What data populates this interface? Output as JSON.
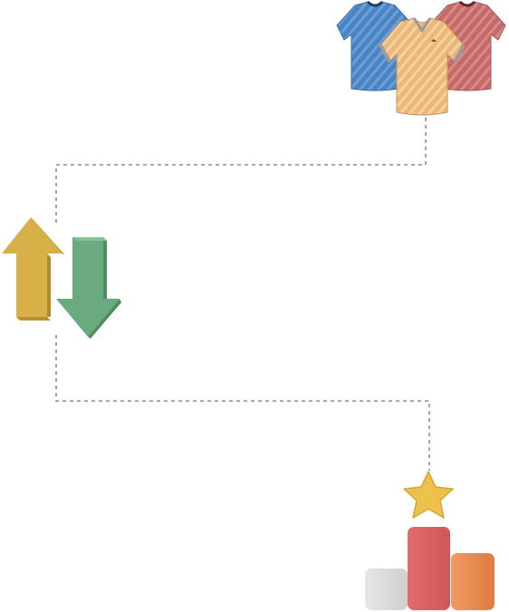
{
  "diagram": {
    "nodes": [
      {
        "id": "jerseys",
        "icon": "football-jerseys-icon",
        "colors": [
          "#4a84c4",
          "#e8b878",
          "#c86a6a"
        ]
      },
      {
        "id": "transfer",
        "icon": "up-down-arrows-icon",
        "colors": [
          "#d8b048",
          "#6aaa7e"
        ]
      },
      {
        "id": "ranking",
        "icon": "podium-star-icon",
        "colors": [
          "#d9d9d9",
          "#e06c6c",
          "#ec8a54",
          "#eec24a"
        ]
      }
    ],
    "connectors": [
      {
        "from": "jerseys",
        "to": "transfer",
        "style": "dashed",
        "color": "#8a8e96"
      },
      {
        "from": "transfer",
        "to": "ranking",
        "style": "dashed",
        "color": "#8a8e96"
      }
    ]
  }
}
